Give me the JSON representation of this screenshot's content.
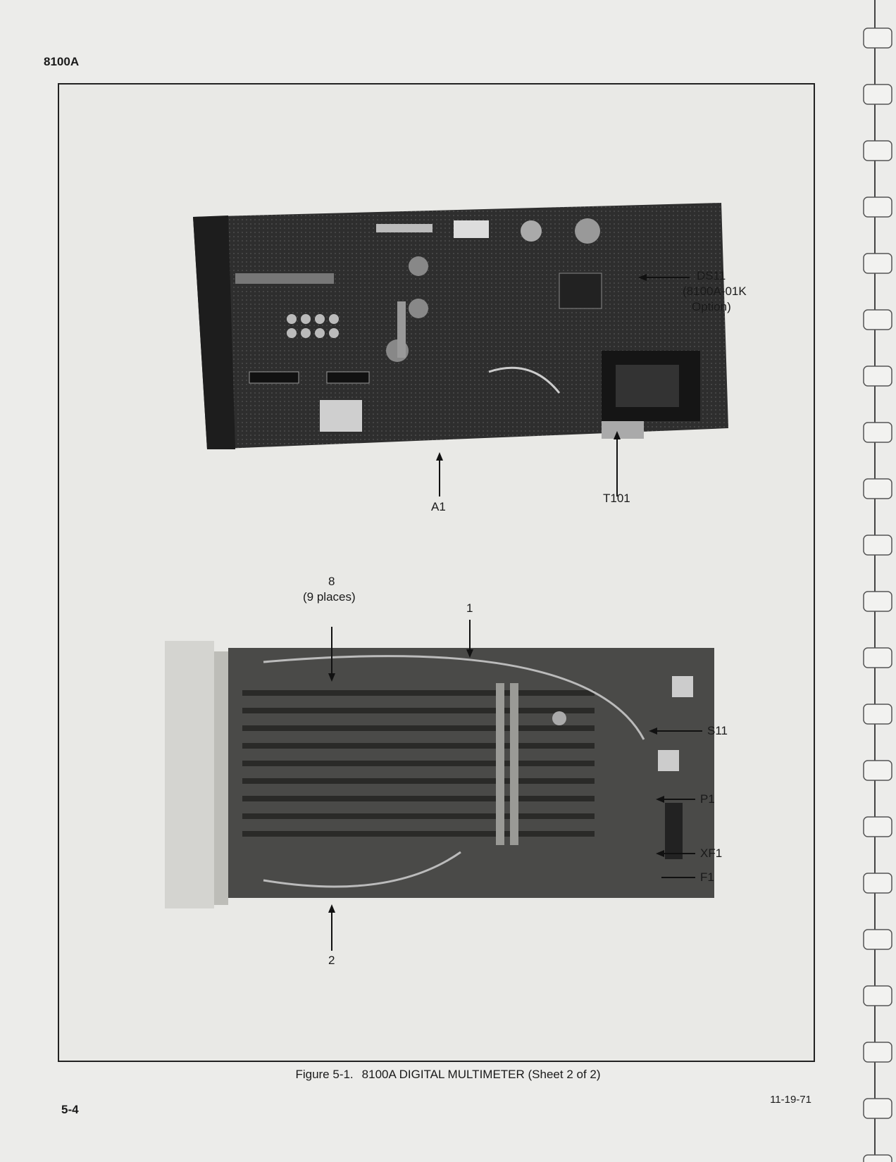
{
  "header": {
    "model": "8100A"
  },
  "figure": {
    "caption_number": "Figure 5-1.",
    "caption_title": "8100A DIGITAL MULTIMETER (Sheet 2 of 2)",
    "top_callouts": {
      "ds11_ref": "DS11",
      "ds11_note_line1": "(8100A-01K",
      "ds11_note_line2": "Option)",
      "a1": "A1",
      "t101": "T101"
    },
    "bottom_callouts": {
      "item8": "8",
      "item8_note": "(9 places)",
      "item1": "1",
      "item2": "2",
      "s11": "S11",
      "p1": "P1",
      "xf1": "XF1",
      "f1": "F1"
    }
  },
  "footer": {
    "date": "11-19-71",
    "page": "5-4"
  }
}
